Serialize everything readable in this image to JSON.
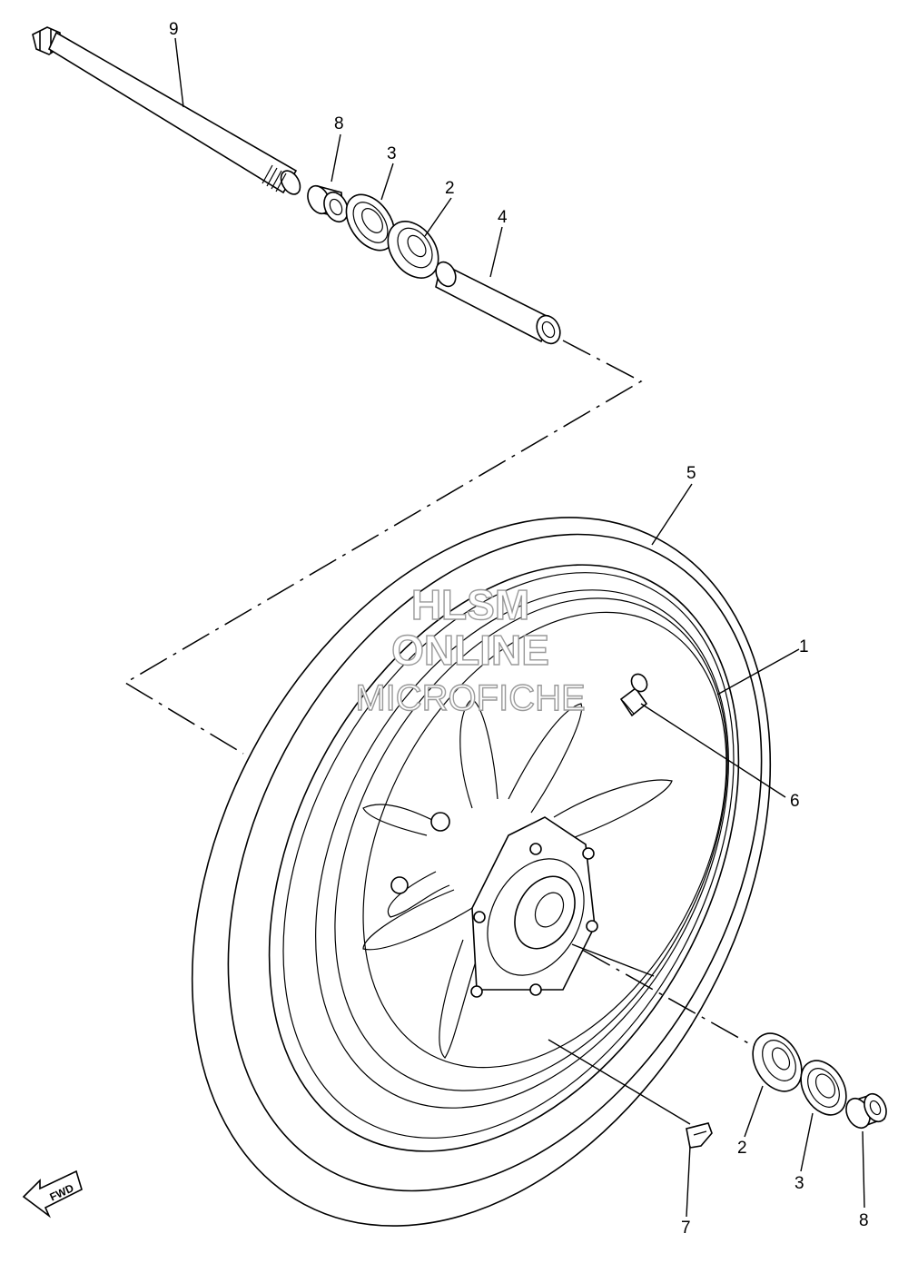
{
  "diagram": {
    "callouts": [
      {
        "id": "c9-top",
        "label": "9"
      },
      {
        "id": "c8-top",
        "label": "8"
      },
      {
        "id": "c3-top",
        "label": "3"
      },
      {
        "id": "c2-top",
        "label": "2"
      },
      {
        "id": "c4",
        "label": "4"
      },
      {
        "id": "c5",
        "label": "5"
      },
      {
        "id": "c1",
        "label": "1"
      },
      {
        "id": "c6",
        "label": "6"
      },
      {
        "id": "c2-bottom",
        "label": "2"
      },
      {
        "id": "c3-bottom",
        "label": "3"
      },
      {
        "id": "c8-bottom",
        "label": "8"
      },
      {
        "id": "c7",
        "label": "7"
      }
    ],
    "watermark": [
      "HLSM",
      "ONLINE",
      "MICROFICHE"
    ],
    "fwd_label": "FWD"
  },
  "parts": [
    {
      "ref": "1",
      "icon": "wheel-rim-icon"
    },
    {
      "ref": "2",
      "icon": "bearing-icon"
    },
    {
      "ref": "3",
      "icon": "oil-seal-icon"
    },
    {
      "ref": "4",
      "icon": "spacer-tube-icon"
    },
    {
      "ref": "5",
      "icon": "tire-icon"
    },
    {
      "ref": "6",
      "icon": "valve-stem-icon"
    },
    {
      "ref": "7",
      "icon": "balance-weight-icon"
    },
    {
      "ref": "8",
      "icon": "collar-icon"
    },
    {
      "ref": "9",
      "icon": "wheel-axle-icon"
    }
  ]
}
